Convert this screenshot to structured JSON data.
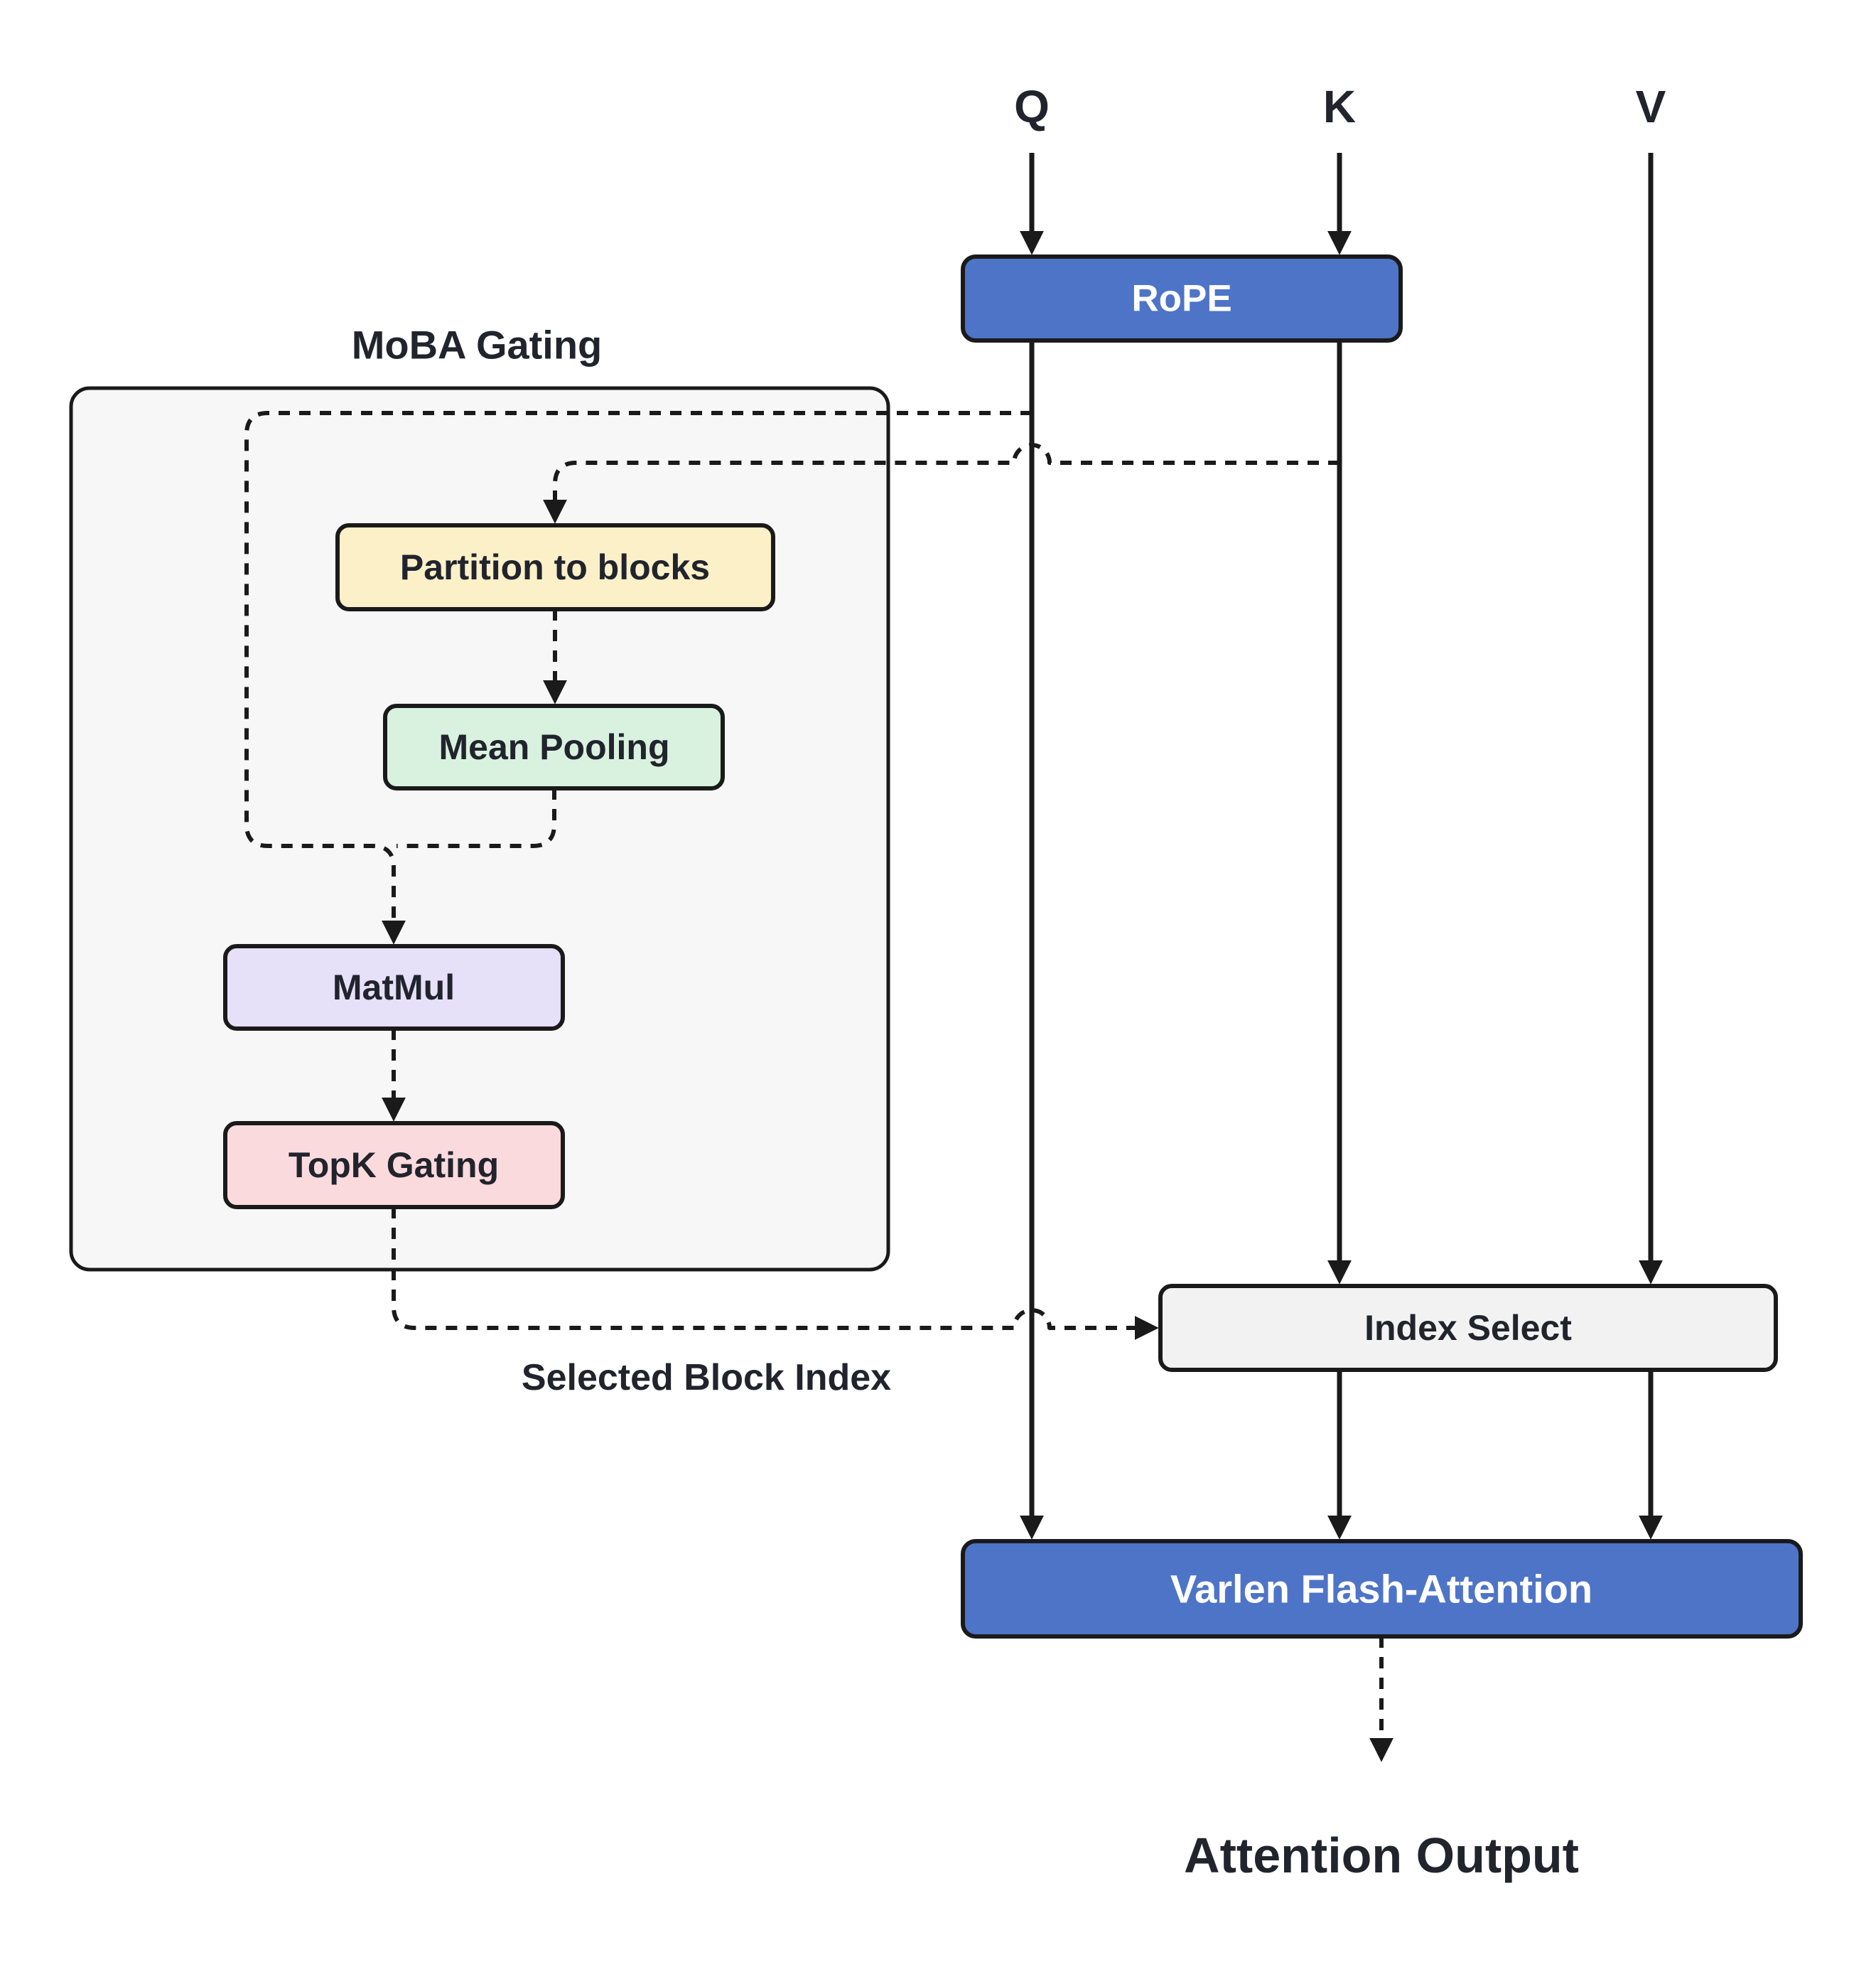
{
  "inputs": {
    "q": "Q",
    "k": "K",
    "v": "V"
  },
  "nodes": {
    "rope": "RoPE",
    "partition": "Partition to blocks",
    "mean_pooling": "Mean Pooling",
    "matmul": "MatMul",
    "topk_gating": "TopK Gating",
    "index_select": "Index Select",
    "varlen_flash_attention": "Varlen Flash-Attention"
  },
  "labels": {
    "gating_group_title": "MoBA Gating",
    "selected_block_index": "Selected Block Index",
    "attention_output": "Attention Output"
  },
  "colors": {
    "background": "#ffffff",
    "line": "#1a1a1a",
    "text_dark": "#21242c",
    "text_light": "#ffffff",
    "rope_fill": "#4e74c8",
    "varlen_fill": "#4e74c8",
    "gating_group_fill": "#f7f7f7",
    "partition_fill": "#fbf0c8",
    "mean_pooling_fill": "#d9f2df",
    "matmul_fill": "#e6e0f8",
    "topk_fill": "#fbdadd",
    "index_select_fill": "#f2f2f2"
  }
}
